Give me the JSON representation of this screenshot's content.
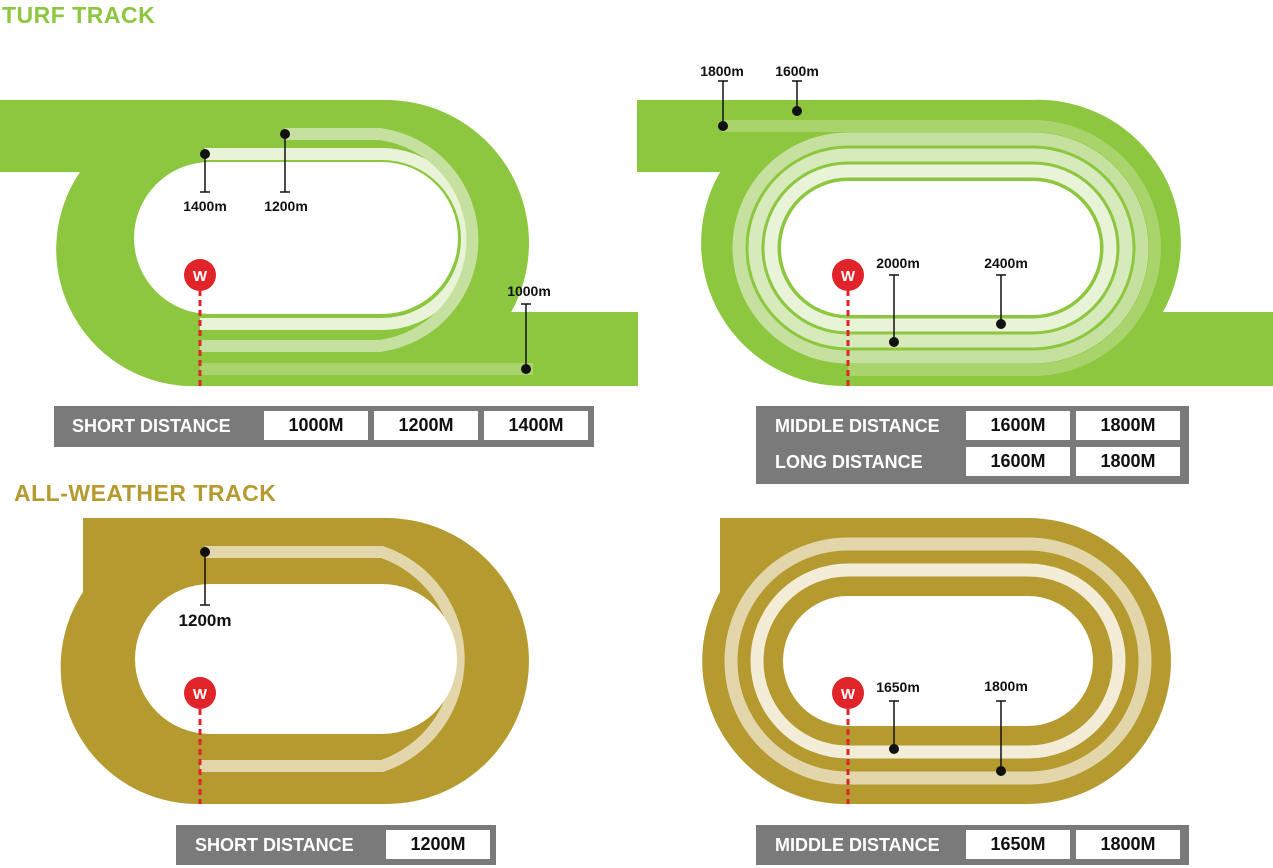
{
  "turf": {
    "title": "TURF TRACK",
    "colors": {
      "track": "#8dc63f",
      "lane1": "#e8f3d8",
      "lane2": "#c6e19f",
      "lane3": "#a9d46c"
    },
    "short": {
      "markers": {
        "m1400": "1400m",
        "m1200": "1200m",
        "m1000": "1000m"
      },
      "winning_post": "W",
      "table": {
        "label": "SHORT DISTANCE",
        "values": [
          "1000M",
          "1200M",
          "1400M"
        ]
      }
    },
    "middle": {
      "markers": {
        "m1800": "1800m",
        "m1600": "1600m",
        "m2000": "2000m",
        "m2400": "2400m"
      },
      "winning_post": "W",
      "table": {
        "rows": [
          {
            "label": "MIDDLE DISTANCE",
            "values": [
              "1600M",
              "1800M"
            ]
          },
          {
            "label": "LONG DISTANCE",
            "values": [
              "1600M",
              "1800M"
            ]
          }
        ]
      }
    }
  },
  "all_weather": {
    "title": "ALL-WEATHER TRACK",
    "colors": {
      "track": "#b59a30",
      "lane1": "#f3ecd6",
      "lane2": "#e3d6ab"
    },
    "short": {
      "markers": {
        "m1200": "1200m"
      },
      "winning_post": "W",
      "table": {
        "label": "SHORT DISTANCE",
        "values": [
          "1200M"
        ]
      }
    },
    "middle": {
      "markers": {
        "m1650": "1650m",
        "m1800": "1800m"
      },
      "winning_post": "W",
      "table": {
        "label": "MIDDLE DISTANCE",
        "values": [
          "1650M",
          "1800M"
        ]
      }
    }
  },
  "colors": {
    "post": "#e1232a",
    "table_bg": "#7a7a7a"
  }
}
